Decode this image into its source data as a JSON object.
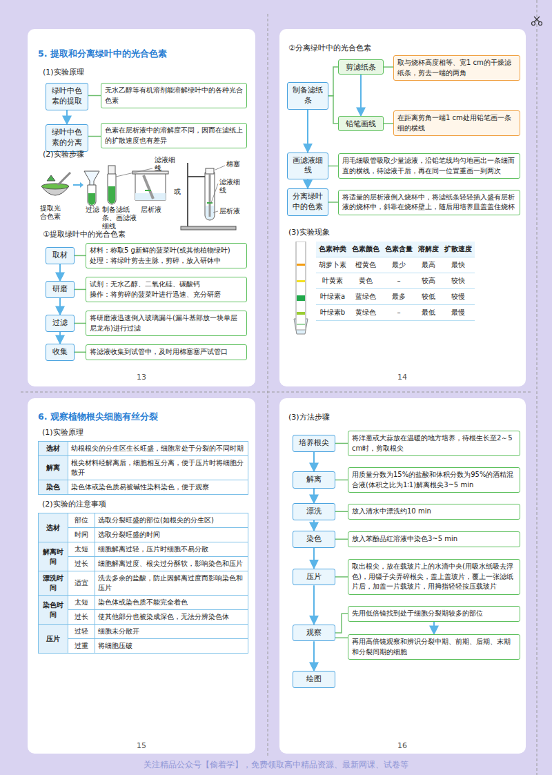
{
  "diagram": {
    "nodes": [
      {
        "text": [
          "绿叶中色素的提取"
        ]
      },
      {
        "text": [
          "无水乙醇等有机溶剂能溶解绿叶中的各种光合色素"
        ]
      },
      {
        "text": [
          "绿叶中色素的分离"
        ]
      },
      {
        "text": [
          "色素在层析液中的溶解度不同，因而在滤纸上的扩散速度也有差异"
        ]
      },
      {
        "text": [
          "取材"
        ]
      },
      {
        "text": [
          "材料：称取5 g新鲜的菠菜叶(或其他植物绿叶)",
          "处理：将绿叶剪去主脉，剪碎，放入研钵中"
        ]
      },
      {
        "text": [
          "研磨"
        ]
      },
      {
        "text": [
          "试剂：无水乙醇、二氧化硅、碳酸钙",
          "操作：将剪碎的菠菜叶进行迅速、充分研磨"
        ]
      },
      {
        "text": [
          "过滤"
        ]
      },
      {
        "text": [
          "将研磨液迅速倒入玻璃漏斗(漏斗基部放一块单层尼龙布)进行过滤"
        ]
      },
      {
        "text": [
          "收集"
        ]
      },
      {
        "text": [
          "将滤液收集到试管中，及时用棉塞塞严试管口"
        ]
      },
      {
        "text": [
          "制备滤纸条"
        ]
      },
      {
        "text": [
          "剪滤纸条"
        ]
      },
      {
        "text": [
          "取与烧杯高度相等、宽1 cm的干燥滤纸条，剪去一端的两角"
        ]
      },
      {
        "text": [
          "铅笔画线"
        ]
      },
      {
        "text": [
          "在距离剪角一端1 cm处用铅笔画一条细的横线"
        ]
      },
      {
        "text": [
          "画滤液细线"
        ]
      },
      {
        "text": [
          "用毛细吸管吸取少量滤液，沿铅笔线均匀地画出一条细而直的横线，待滤液干后，再在同一位置重画一到两次"
        ]
      },
      {
        "text": [
          "分离绿叶中的色素"
        ]
      },
      {
        "text": [
          "将适量的层析液倒入烧杯中，将滤纸条轻轻插入盛有层析液的烧杯中，斜靠在烧杯壁上，随后用培养皿盖盖住烧杯"
        ]
      },
      {
        "text": [
          "培养根尖"
        ]
      },
      {
        "text": [
          "将洋葱或大蒜放在温暖的地方培养，待根生长至2～5 cm时，剪取根尖"
        ]
      },
      {
        "text": [
          "解离"
        ]
      },
      {
        "text": [
          "用质量分数为15%的盐酸和体积分数为95%的酒精混合液(体积之比为1∶1)解离根尖3~5 min"
        ]
      },
      {
        "text": [
          "漂洗"
        ]
      },
      {
        "text": [
          "放入清水中漂洗约10 min"
        ]
      },
      {
        "text": [
          "染色"
        ]
      },
      {
        "text": [
          "放入苯酚品红溶液中染色3~5 min"
        ]
      },
      {
        "text": [
          "压片"
        ]
      },
      {
        "text": [
          "取出根尖，放在载玻片上的水滴中央(用吸水纸吸去浮色)，用镊子尖弄碎根尖，盖上盖玻片，覆上一张滤纸片后，加盖一片载玻片，用拇指轻轻按压载玻片"
        ]
      },
      {
        "text": [
          "观察"
        ]
      },
      {
        "text": [
          "先用低倍镜找到处于细胞分裂期较多的部位"
        ]
      },
      {
        "text": [
          "再用高倍镜观察和辨识分裂中期、前期、后期、末期和分裂间期的细胞"
        ]
      },
      {
        "text": [
          "绘图"
        ]
      }
    ],
    "edges": [
      {
        "from": 0,
        "to": 1,
        "arrow": "none"
      },
      {
        "from": 0,
        "to": 2,
        "arrow": "to"
      },
      {
        "from": 2,
        "to": 3,
        "arrow": "none"
      },
      {
        "from": 4,
        "to": 5,
        "arrow": "none"
      },
      {
        "from": 4,
        "to": 6,
        "arrow": "to"
      },
      {
        "from": 6,
        "to": 7,
        "arrow": "none"
      },
      {
        "from": 6,
        "to": 8,
        "arrow": "to"
      },
      {
        "from": 8,
        "to": 9,
        "arrow": "none"
      },
      {
        "from": 8,
        "to": 10,
        "arrow": "to"
      },
      {
        "from": 10,
        "to": 11,
        "arrow": "none"
      },
      {
        "from": 12,
        "to": 13,
        "arrow": "none"
      },
      {
        "from": 12,
        "to": 15,
        "arrow": "none"
      },
      {
        "from": 13,
        "to": 14,
        "arrow": "none"
      },
      {
        "from": 13,
        "to": 15,
        "arrow": "to"
      },
      {
        "from": 15,
        "to": 16,
        "arrow": "none"
      },
      {
        "from": 12,
        "to": 17,
        "arrow": "to"
      },
      {
        "from": 17,
        "to": 18,
        "arrow": "none"
      },
      {
        "from": 17,
        "to": 19,
        "arrow": "to"
      },
      {
        "from": 19,
        "to": 20,
        "arrow": "none"
      },
      {
        "from": 21,
        "to": 22,
        "arrow": "none"
      },
      {
        "from": 21,
        "to": 23,
        "arrow": "to"
      },
      {
        "from": 23,
        "to": 24,
        "arrow": "none"
      },
      {
        "from": 23,
        "to": 25,
        "arrow": "to"
      },
      {
        "from": 25,
        "to": 26,
        "arrow": "none"
      },
      {
        "from": 25,
        "to": 27,
        "arrow": "to"
      },
      {
        "from": 27,
        "to": 28,
        "arrow": "none"
      },
      {
        "from": 27,
        "to": 29,
        "arrow": "to"
      },
      {
        "from": 29,
        "to": 30,
        "arrow": "none"
      },
      {
        "from": 29,
        "to": 31,
        "arrow": "to"
      },
      {
        "from": 31,
        "to": 32,
        "arrow": "none"
      },
      {
        "from": 31,
        "to": 33,
        "arrow": "none"
      },
      {
        "from": 32,
        "to": 33,
        "arrow": "to"
      },
      {
        "from": 31,
        "to": 34,
        "arrow": "to"
      }
    ],
    "labels": [
      "5. 提取和分离绿叶中的光合色素",
      "(1)实验原理",
      "(2)实验步骤",
      "滤液细线",
      "或",
      "棉塞",
      "提取光合色素",
      "过滤",
      "制备滤纸条、画滤液细线",
      "层析液",
      "滤液细线",
      "层析液",
      "①提取绿叶中的光合色素",
      "13",
      "②分离绿叶中的光合色素",
      "(3)实验现象",
      "色素种类",
      "色素颜色",
      "色素含量",
      "溶解度",
      "扩散速度",
      "胡萝卜素",
      "橙黄色",
      "最少",
      "最高",
      "最快",
      "叶黄素",
      "黄色",
      "–",
      "较高",
      "较快",
      "叶绿素a",
      "蓝绿色",
      "最多",
      "较低",
      "较慢",
      "叶绿素b",
      "黄绿色",
      "–",
      "最低",
      "最慢",
      "14",
      "6. 观察植物根尖细胞有丝分裂",
      "(1)实验原理",
      "选材",
      "幼根根尖的分生区生长旺盛，细胞常处于分裂的不同时期",
      "解离",
      "根尖材料经解离后，细胞相互分离，便于压片时将细胞分散开",
      "染色",
      "染色体或染色质易被碱性染料染色，便于观察",
      "(2)实验的注意事项",
      "选材",
      "部位",
      "选取分裂旺盛的部位(如根尖的分生区)",
      "时间",
      "选取分裂旺盛的时间",
      "解离时间",
      "太短",
      "细胞解离过轻，压片时细胞不易分散",
      "过长",
      "细胞解离过度、根尖过分酥软，影响染色和压片",
      "漂洗时间",
      "适宜",
      "洗去多余的盐酸，防止因解离过度而影响染色和压片",
      "染色时间",
      "太短",
      "染色体或染色质不能完全着色",
      "过长",
      "使其他部分也被染成深色，无法分辨染色体",
      "压片",
      "过轻",
      "细胞未分散开",
      "过重",
      "将细胞压破",
      "15",
      "(3)方法步骤",
      "16",
      "关注精品公众号【偷着学】，免费领取高中精品资源、最新网课、试卷等"
    ]
  }
}
